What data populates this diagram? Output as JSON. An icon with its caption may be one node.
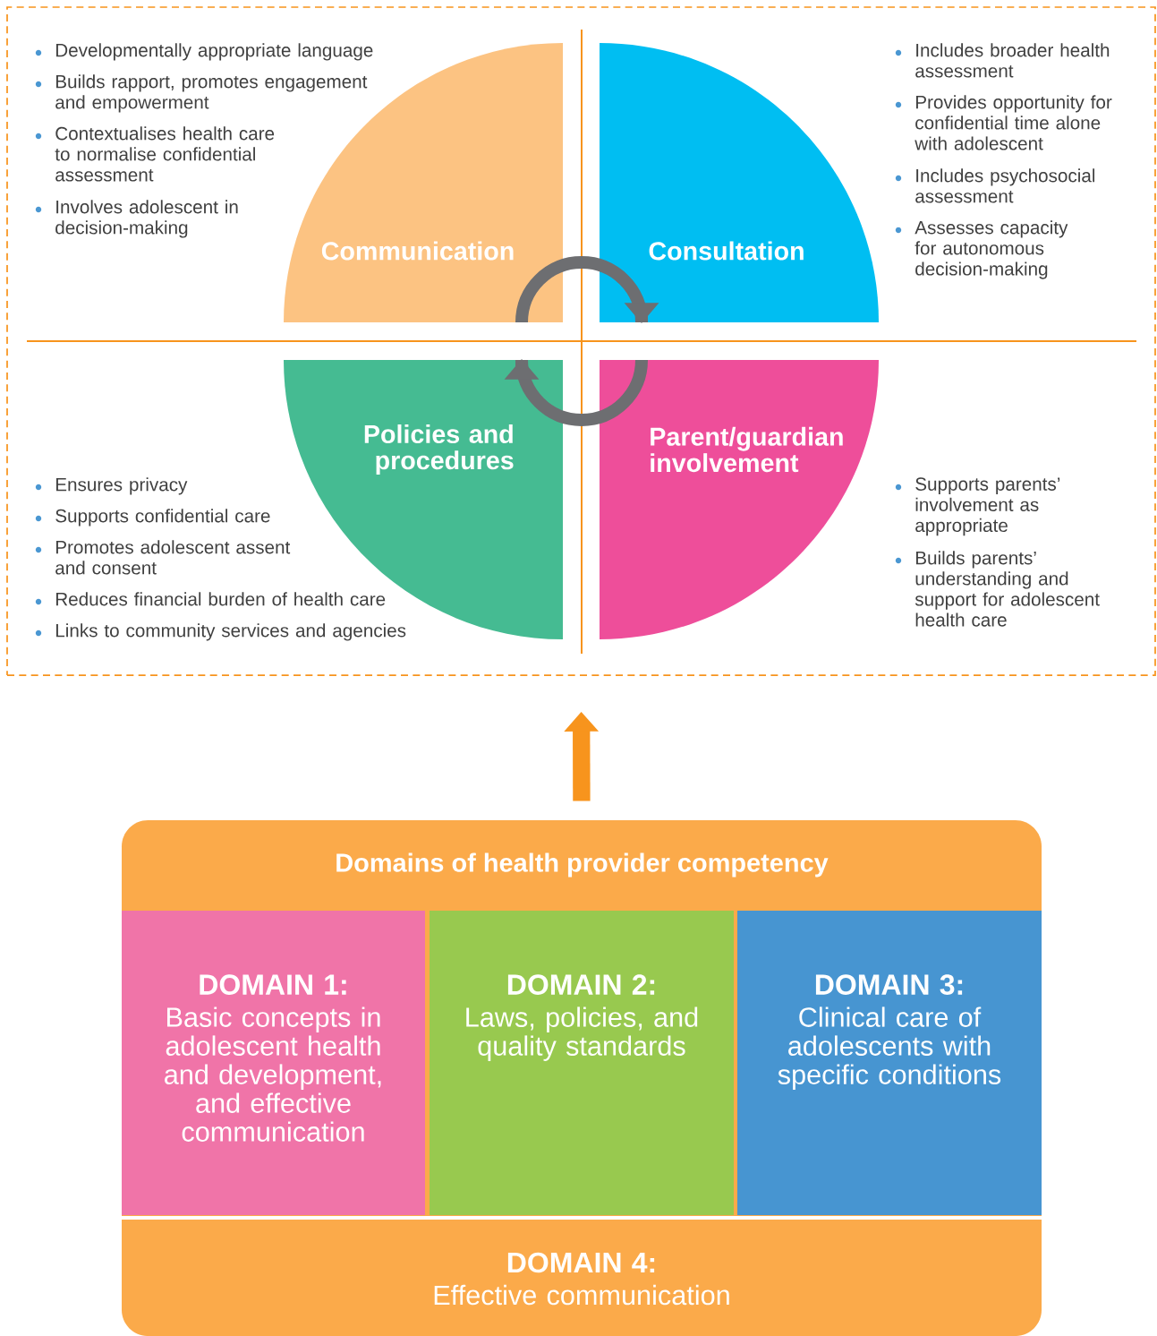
{
  "diagram": {
    "nodes": [
      {
        "text": [],
        "shape": "box"
      },
      {
        "text": [
          "Communication"
        ],
        "in": 0,
        "beside": [
          "Developmentally appropriate language",
          "Builds rapport, promotes engagement and empowerment",
          "Contextualises health care to normalise confidential assessment",
          "Involves adolescent in decision-making"
        ]
      },
      {
        "text": [
          "Consultation"
        ],
        "in": 0,
        "beside": [
          "Includes broader health assessment",
          "Provides opportunity for confidential time alone with adolescent",
          "Includes psychosocial assessment",
          "Assesses capacity for autonomous decision-making"
        ]
      },
      {
        "text": [
          "Policies and procedures"
        ],
        "in": 0,
        "beside": [
          "Ensures privacy",
          "Supports confidential care",
          "Promotes adolescent assent and consent",
          "Reduces financial burden of health care",
          "Links to community services and agencies"
        ]
      },
      {
        "text": [
          "Parent/guardian involvement"
        ],
        "in": 0,
        "beside": [
          "Supports parents’ involvement as appropriate",
          "Builds parents’ understanding and support for adolescent health care"
        ]
      },
      {
        "text": [
          "Domains of health provider competency"
        ]
      },
      {
        "text": [
          "DOMAIN 1:",
          "Basic concepts in adolescent health and development, and effective communication"
        ],
        "in": 5
      },
      {
        "text": [
          "DOMAIN 2:",
          "Laws, policies, and quality standards"
        ],
        "in": 5
      },
      {
        "text": [
          "DOMAIN 3:",
          "Clinical care of adolescents with specific conditions"
        ],
        "in": 5
      },
      {
        "text": [
          "DOMAIN 4:",
          "Effective communication"
        ],
        "in": 5
      }
    ],
    "edges": [
      {
        "from": 5,
        "to": 0,
        "arrow": "to",
        "color": "#f7941d"
      }
    ]
  }
}
